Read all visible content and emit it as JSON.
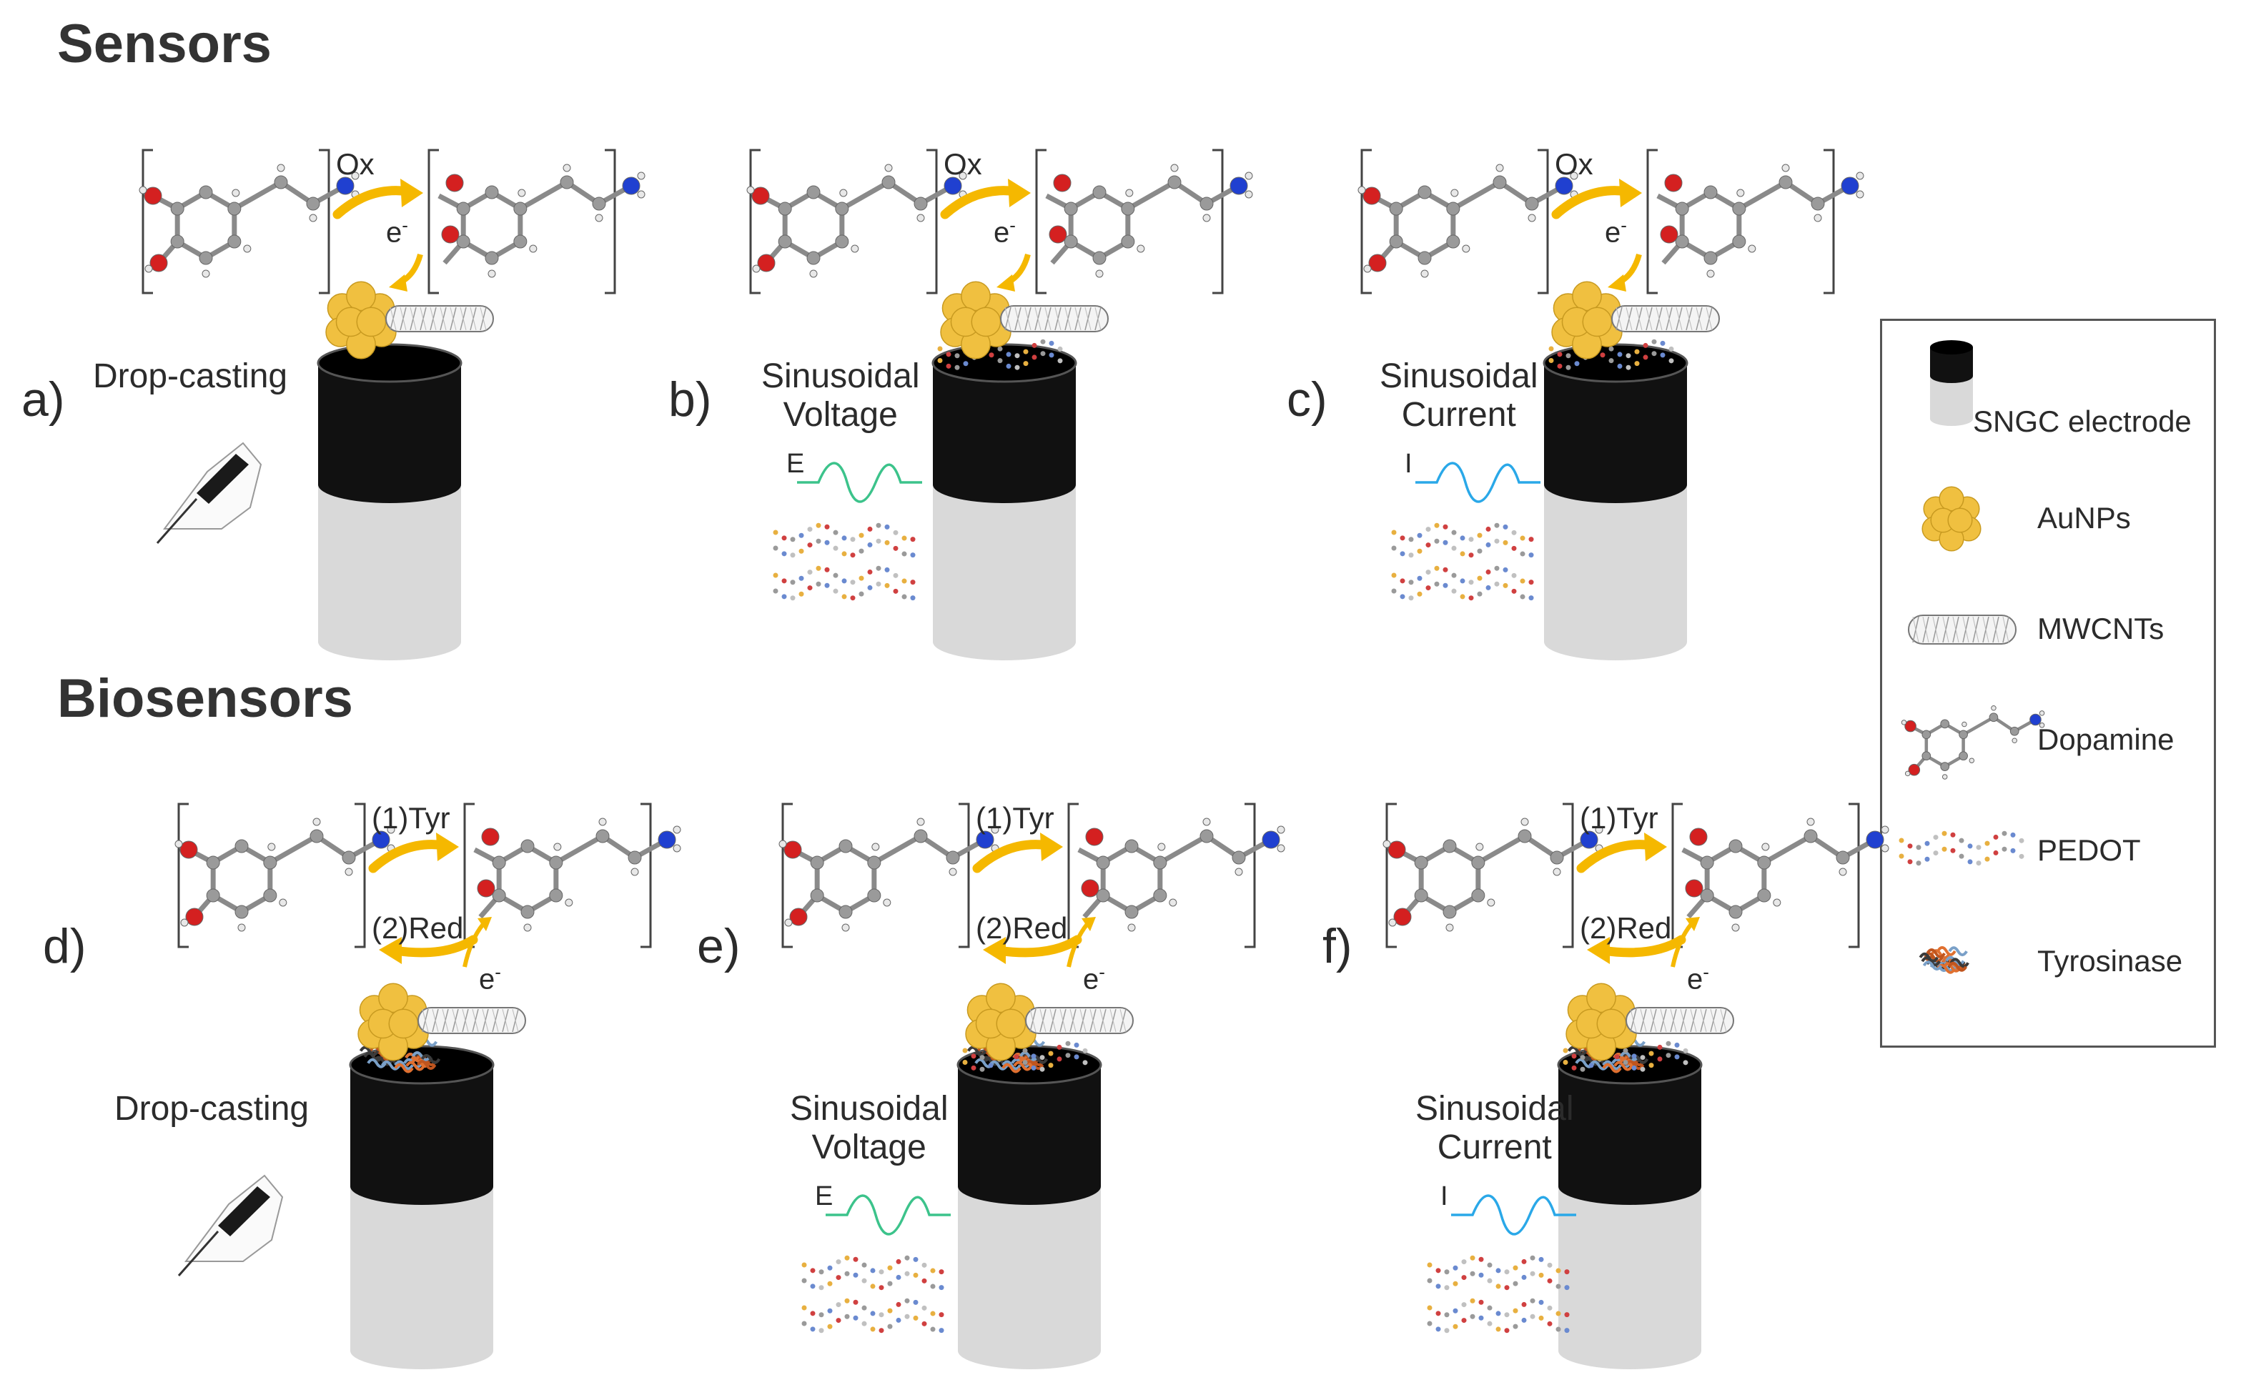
{
  "titles": {
    "sensors": "Sensors",
    "biosensors": "Biosensors"
  },
  "panels": [
    {
      "label": "a)",
      "method": [
        "Drop-casting"
      ],
      "reaction_top": "Ox",
      "reaction_bottom": "",
      "electron": "e",
      "electron_sup": "-",
      "wave_letter": "",
      "wave_color": ""
    },
    {
      "label": "b)",
      "method": [
        "Sinusoidal",
        "Voltage"
      ],
      "reaction_top": "Ox",
      "reaction_bottom": "",
      "electron": "e",
      "electron_sup": "-",
      "wave_letter": "E",
      "wave_color": "#3cc38b"
    },
    {
      "label": "c)",
      "method": [
        "Sinusoidal",
        "Current"
      ],
      "reaction_top": "Ox",
      "reaction_bottom": "",
      "electron": "e",
      "electron_sup": "-",
      "wave_letter": "I",
      "wave_color": "#2aa8e8"
    },
    {
      "label": "d)",
      "method": [
        "Drop-casting"
      ],
      "reaction_top": "(1)Tyr",
      "reaction_bottom": "(2)Red",
      "electron": "e",
      "electron_sup": "-",
      "wave_letter": "",
      "wave_color": ""
    },
    {
      "label": "e)",
      "method": [
        "Sinusoidal",
        "Voltage"
      ],
      "reaction_top": "(1)Tyr",
      "reaction_bottom": "(2)Red",
      "electron": "e",
      "electron_sup": "-",
      "wave_letter": "E",
      "wave_color": "#3cc38b"
    },
    {
      "label": "f)",
      "method": [
        "Sinusoidal",
        "Current"
      ],
      "reaction_top": "(1)Tyr",
      "reaction_bottom": "(2)Red",
      "electron": "e",
      "electron_sup": "-",
      "wave_letter": "I",
      "wave_color": "#2aa8e8"
    }
  ],
  "legend": [
    {
      "icon": "sngc-electrode-icon",
      "label": "SNGC electrode"
    },
    {
      "icon": "aunps-icon",
      "label": "AuNPs"
    },
    {
      "icon": "mwcnt-icon",
      "label": "MWCNTs"
    },
    {
      "icon": "dopamine-icon",
      "label": "Dopamine"
    },
    {
      "icon": "pedot-icon",
      "label": "PEDOT"
    },
    {
      "icon": "tyrosinase-icon",
      "label": "Tyrosinase"
    }
  ],
  "colors": {
    "arrow": "#f5b800",
    "electrode_top": "#111111",
    "electrode_body": "#d9d9d9",
    "gold": "#f0c040",
    "oxygen": "#d42020",
    "nitrogen": "#2040d0",
    "carbon": "#9a9a9a"
  }
}
